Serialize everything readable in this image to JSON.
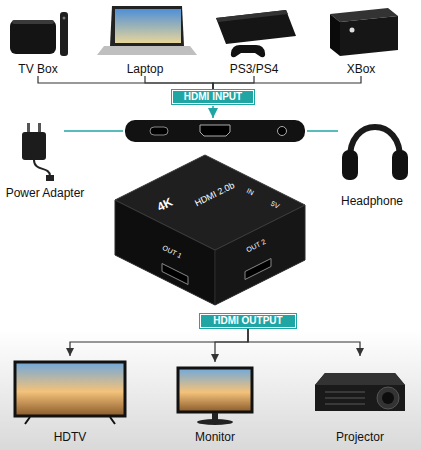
{
  "diagram": {
    "nodes": [
      {
        "text": [
          "TV Box"
        ]
      },
      {
        "text": [
          "Laptop"
        ]
      },
      {
        "text": [
          "PS3/PS4"
        ]
      },
      {
        "text": [
          "XBox"
        ]
      },
      {
        "text": [
          "HDMI INPUT"
        ]
      },
      {
        "text": [
          "Power Adapter"
        ]
      },
      {
        "text": [
          "Headphone"
        ]
      },
      {
        "text": [
          "HDMI OUTPUT"
        ]
      },
      {
        "text": [
          "HDTV"
        ]
      },
      {
        "text": [
          "Monitor"
        ]
      },
      {
        "text": [
          "Projector"
        ]
      }
    ],
    "edges": [
      {
        "from": 0,
        "to": 4,
        "arrow": "none"
      },
      {
        "from": 1,
        "to": 4,
        "arrow": "none"
      },
      {
        "from": 2,
        "to": 4,
        "arrow": "none"
      },
      {
        "from": 3,
        "to": 4,
        "arrow": "none"
      },
      {
        "from": 7,
        "to": 8,
        "arrow": "to"
      },
      {
        "from": 7,
        "to": 9,
        "arrow": "to"
      },
      {
        "from": 7,
        "to": 10,
        "arrow": "to"
      }
    ],
    "labels": [
      "4K",
      "HDMI 2.0b",
      "IN",
      "5V",
      "OUT 1",
      "OUT 2"
    ]
  }
}
